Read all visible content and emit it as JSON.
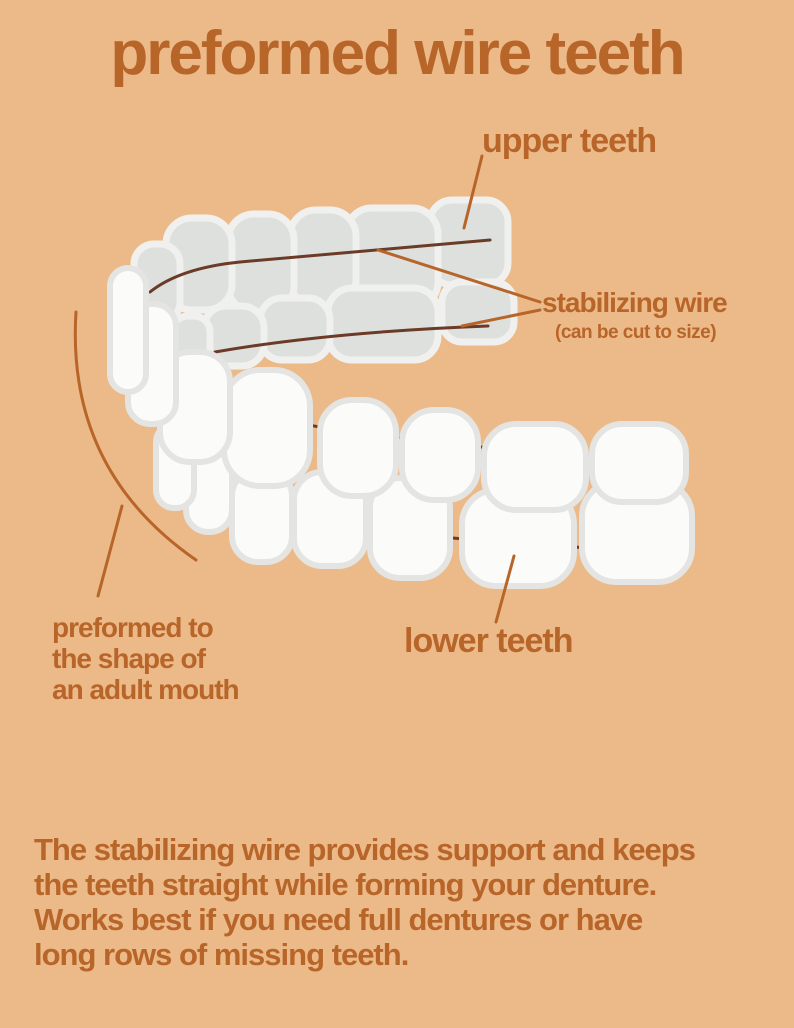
{
  "title": "preformed wire teeth",
  "labels": {
    "upper_teeth": "upper teeth",
    "stabilizing_wire": "stabilizing wire",
    "stabilizing_wire_note": "(can be cut to size)",
    "lower_teeth": "lower teeth",
    "shape_lines": [
      "preformed to",
      "the shape of",
      "an adult mouth"
    ]
  },
  "description_lines": [
    "The stabilizing wire provides support and keeps",
    "the teeth straight while forming your denture.",
    "Works best if you need full dentures or have",
    "long rows of missing teeth."
  ],
  "colors": {
    "background": "#ecba88",
    "text": "#b8652a",
    "wire": "#6b3b28",
    "upper_tooth": "#dde0dc",
    "upper_tooth_border": "#f0f0ee",
    "lower_tooth": "#fbfbfa",
    "lower_tooth_border": "#e4e4e2"
  }
}
